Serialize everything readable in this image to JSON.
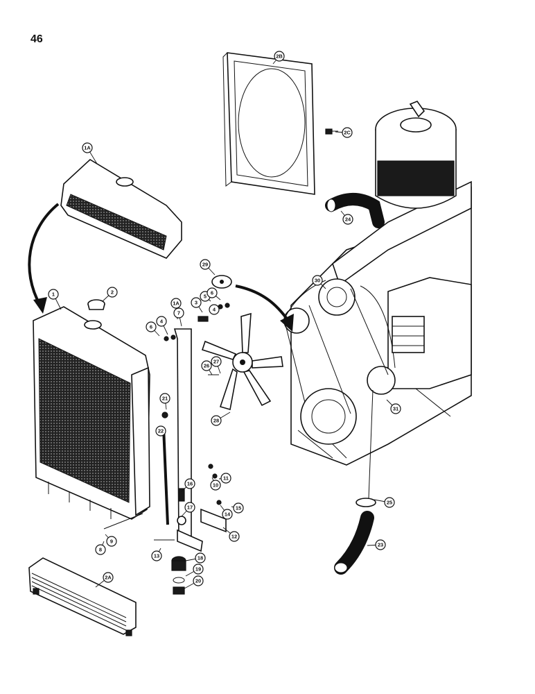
{
  "page_number": "46",
  "callouts": [
    {
      "label": "1"
    },
    {
      "label": "1A"
    },
    {
      "label": "2"
    },
    {
      "label": "2A"
    },
    {
      "label": "2B"
    },
    {
      "label": "2C"
    },
    {
      "label": "24"
    },
    {
      "label": "29"
    },
    {
      "label": "30"
    },
    {
      "label": "3"
    },
    {
      "label": "4"
    },
    {
      "label": "5"
    },
    {
      "label": "6"
    },
    {
      "label": "1A"
    },
    {
      "label": "7"
    },
    {
      "label": "6"
    },
    {
      "label": "4"
    },
    {
      "label": "26"
    },
    {
      "label": "27"
    },
    {
      "label": "28"
    },
    {
      "label": "21"
    },
    {
      "label": "22"
    },
    {
      "label": "16"
    },
    {
      "label": "10"
    },
    {
      "label": "11"
    },
    {
      "label": "14"
    },
    {
      "label": "15"
    },
    {
      "label": "17"
    },
    {
      "label": "12"
    },
    {
      "label": "9"
    },
    {
      "label": "8"
    },
    {
      "label": "13"
    },
    {
      "label": "18"
    },
    {
      "label": "19"
    },
    {
      "label": "20"
    },
    {
      "label": "25"
    },
    {
      "label": "23"
    },
    {
      "label": "31"
    }
  ]
}
